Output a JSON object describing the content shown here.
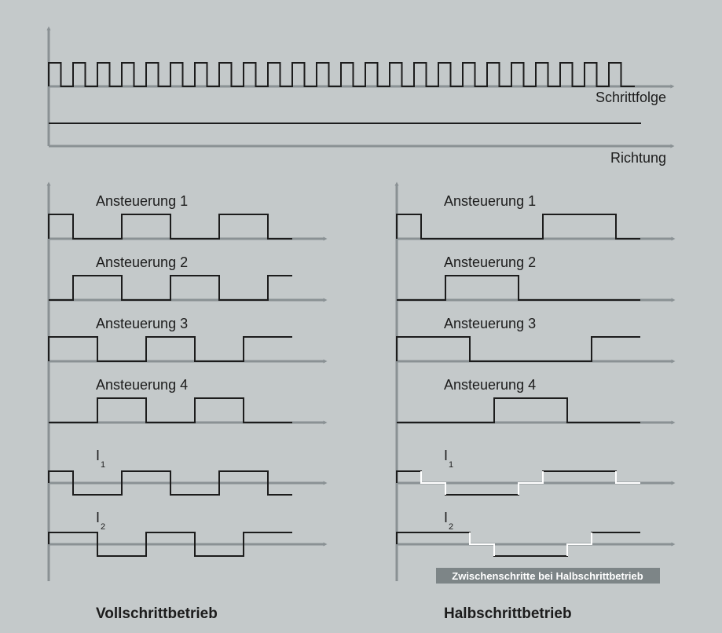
{
  "colors": {
    "background": "#c4c9ca",
    "axis": "#8a9194",
    "signal": "#1c1c1c",
    "highlight": "#ffffff",
    "note_box": "#7d8587"
  },
  "top": {
    "step_label": "Schrittfolge",
    "direction_label": "Richtung"
  },
  "full_step": {
    "title": "Vollschrittbetrieb",
    "channels": [
      {
        "label": "Ansteuerung 1",
        "pattern": [
          1,
          0,
          0,
          1,
          1,
          0,
          0,
          1,
          1,
          0
        ]
      },
      {
        "label": "Ansteuerung 2",
        "pattern": [
          0,
          1,
          1,
          0,
          0,
          1,
          1,
          0,
          0,
          1
        ]
      },
      {
        "label": "Ansteuerung 3",
        "pattern": [
          1,
          1,
          0,
          0,
          1,
          1,
          0,
          0,
          1,
          1
        ]
      },
      {
        "label": "Ansteuerung 4",
        "pattern": [
          0,
          0,
          1,
          1,
          0,
          0,
          1,
          1,
          0,
          0
        ]
      }
    ],
    "currents": [
      {
        "label": "I",
        "sub": "1",
        "pattern": [
          1,
          -1,
          -1,
          1,
          1,
          -1,
          -1,
          1,
          1,
          -1
        ]
      },
      {
        "label": "I",
        "sub": "2",
        "pattern": [
          1,
          1,
          -1,
          -1,
          1,
          1,
          -1,
          -1,
          1,
          1
        ]
      }
    ]
  },
  "half_step": {
    "title": "Halbschrittbetrieb",
    "channels": [
      {
        "label": "Ansteuerung 1",
        "pattern": [
          1,
          0,
          0,
          0,
          0,
          0,
          1,
          1,
          1,
          0
        ]
      },
      {
        "label": "Ansteuerung 2",
        "pattern": [
          0,
          0,
          1,
          1,
          1,
          0,
          0,
          0,
          0,
          0
        ]
      },
      {
        "label": "Ansteuerung 3",
        "pattern": [
          1,
          1,
          1,
          0,
          0,
          0,
          0,
          0,
          1,
          1
        ]
      },
      {
        "label": "Ansteuerung 4",
        "pattern": [
          0,
          0,
          0,
          0,
          1,
          1,
          1,
          0,
          0,
          0
        ]
      }
    ],
    "currents": [
      {
        "label": "I",
        "sub": "1",
        "pattern": [
          1,
          0,
          -1,
          -1,
          -1,
          0,
          1,
          1,
          1,
          0
        ]
      },
      {
        "label": "I",
        "sub": "2",
        "pattern": [
          1,
          1,
          1,
          0,
          -1,
          -1,
          -1,
          0,
          1,
          1
        ]
      }
    ],
    "note": "Zwischenschritte bei Halbschrittbetrieb"
  }
}
